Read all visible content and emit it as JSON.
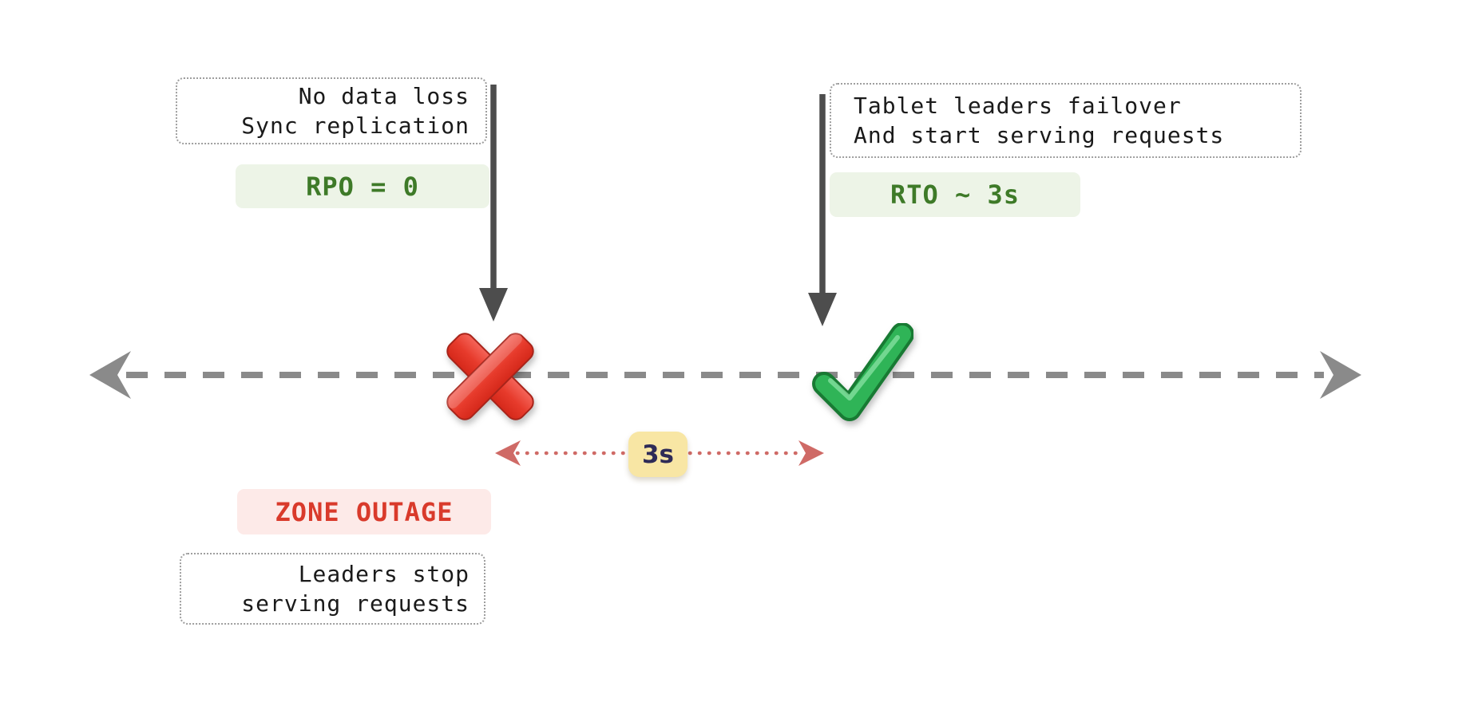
{
  "diagram_title": "zone-outage-failover-timeline",
  "colors": {
    "timeline_gray": "#8a8a8a",
    "arrow_dark": "#4d4d4d",
    "note_border": "#9e9e9e",
    "text_dark": "#1a1a1a",
    "green_text": "#3e7a28",
    "green_bg": "#edf4e7",
    "red_text": "#d93a2b",
    "red_bg": "#fdeae8",
    "duration_line": "#cf6a66",
    "duration_bg": "#f8e6a4",
    "duration_text": "#2e2b57"
  },
  "notes": {
    "sync": {
      "line1": "No data loss",
      "line2": "Sync replication"
    },
    "failover": {
      "line1": "Tablet leaders failover",
      "line2": "And start serving requests"
    },
    "outage": {
      "line1": "Leaders stop",
      "line2": "serving requests"
    }
  },
  "badges": {
    "rpo": "RPO = 0",
    "rto": "RTO ~ 3s",
    "outage": "ZONE OUTAGE",
    "duration": "3s"
  },
  "icons": {
    "outage_event": "cross-mark-icon",
    "recovery_event": "check-mark-icon",
    "timeline": "dashed-double-arrow-icon",
    "event_pointer": "down-arrow-icon",
    "duration_span": "dotted-double-arrow-icon"
  }
}
